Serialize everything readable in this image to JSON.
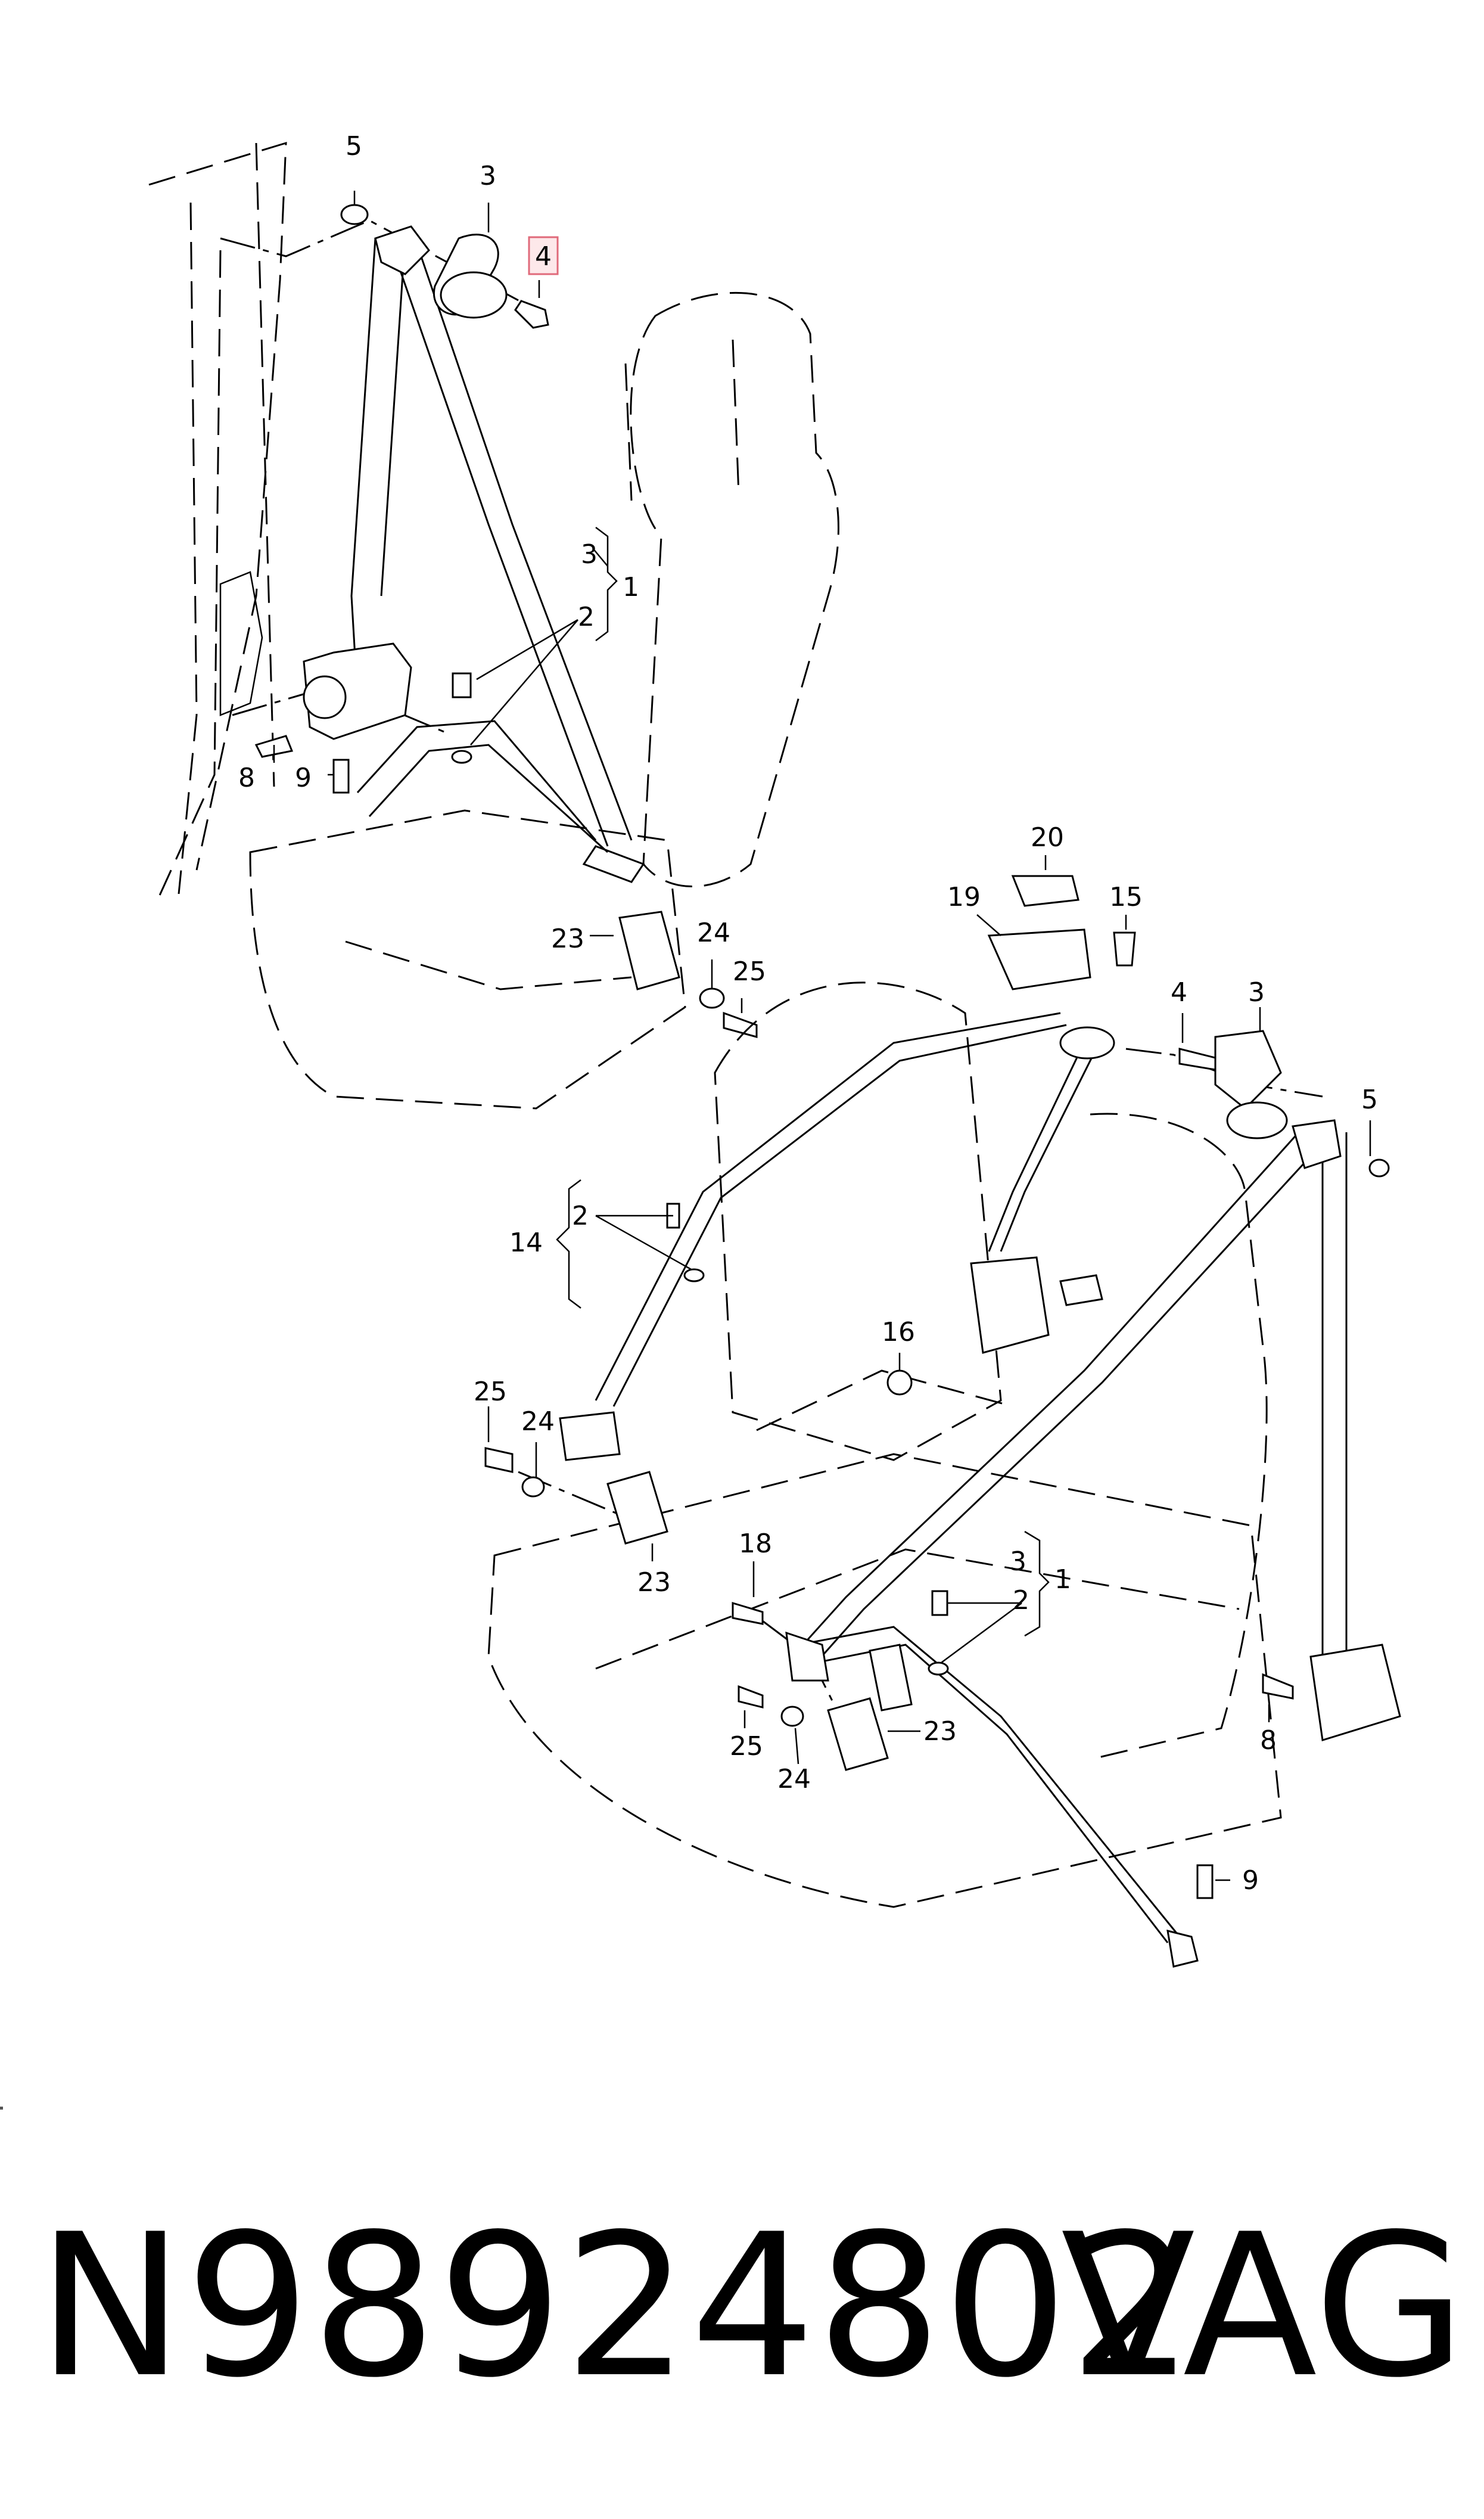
{
  "diagram": {
    "upper_assembly": {
      "labels": {
        "l5": "5",
        "l3": "3",
        "l4": "4",
        "l3b": "3",
        "l1": "1",
        "l2": "2",
        "l8": "8",
        "l9": "9",
        "l23": "23",
        "l24": "24",
        "l25": "25"
      }
    },
    "lower_assembly": {
      "labels": {
        "l20": "20",
        "l19": "19",
        "l15": "15",
        "l4": "4",
        "l3": "3",
        "l5": "5",
        "l2a": "2",
        "l14": "14",
        "l16": "16",
        "l25a": "25",
        "l24a": "24",
        "l23a": "23",
        "l18": "18",
        "l3b": "3",
        "l1": "1",
        "l2b": "2",
        "l25b": "25",
        "l24b": "24",
        "l23b": "23",
        "l8": "8",
        "l9": "9"
      }
    },
    "highlighted_part": "4",
    "highlight_color": "#e06a7a"
  },
  "footer": {
    "part_number": "N98924802",
    "brand": "VAG"
  }
}
